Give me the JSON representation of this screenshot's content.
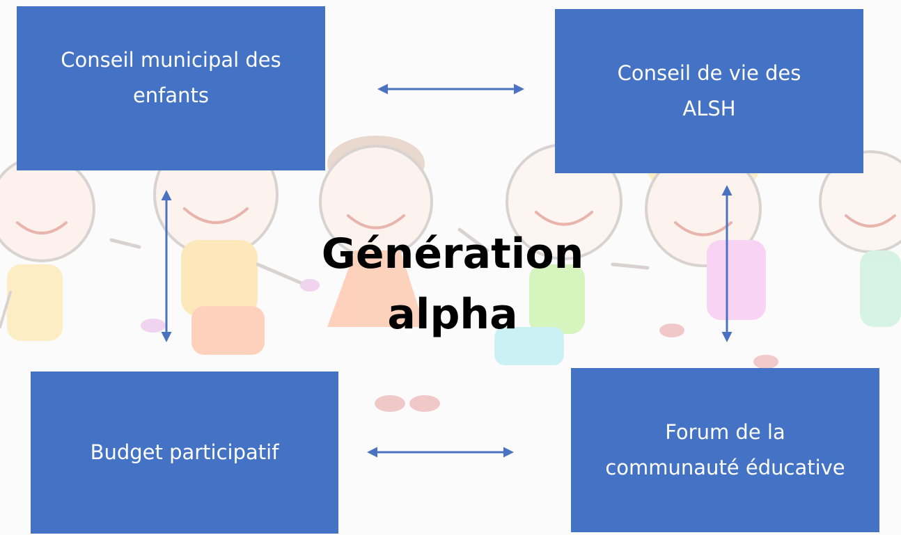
{
  "center": {
    "line1": "Génération",
    "line2": "alpha"
  },
  "boxes": {
    "top_left": {
      "line1": "Conseil municipal des",
      "line2": "enfants"
    },
    "top_right": {
      "line1": "Conseil de vie des",
      "line2": "ALSH"
    },
    "bottom_left": {
      "line1": "Budget participatif"
    },
    "bottom_right": {
      "line1": "Forum de la",
      "line2": "communauté éducative"
    }
  },
  "connections": [
    {
      "from": "top_left",
      "to": "top_right",
      "direction": "both"
    },
    {
      "from": "bottom_left",
      "to": "bottom_right",
      "direction": "both"
    },
    {
      "from": "top_left",
      "to": "bottom_left",
      "direction": "both"
    },
    {
      "from": "top_right",
      "to": "bottom_right",
      "direction": "both"
    }
  ],
  "colors": {
    "box": "#4472c4",
    "arrow": "#4a72c0",
    "text": "#ffffff"
  }
}
